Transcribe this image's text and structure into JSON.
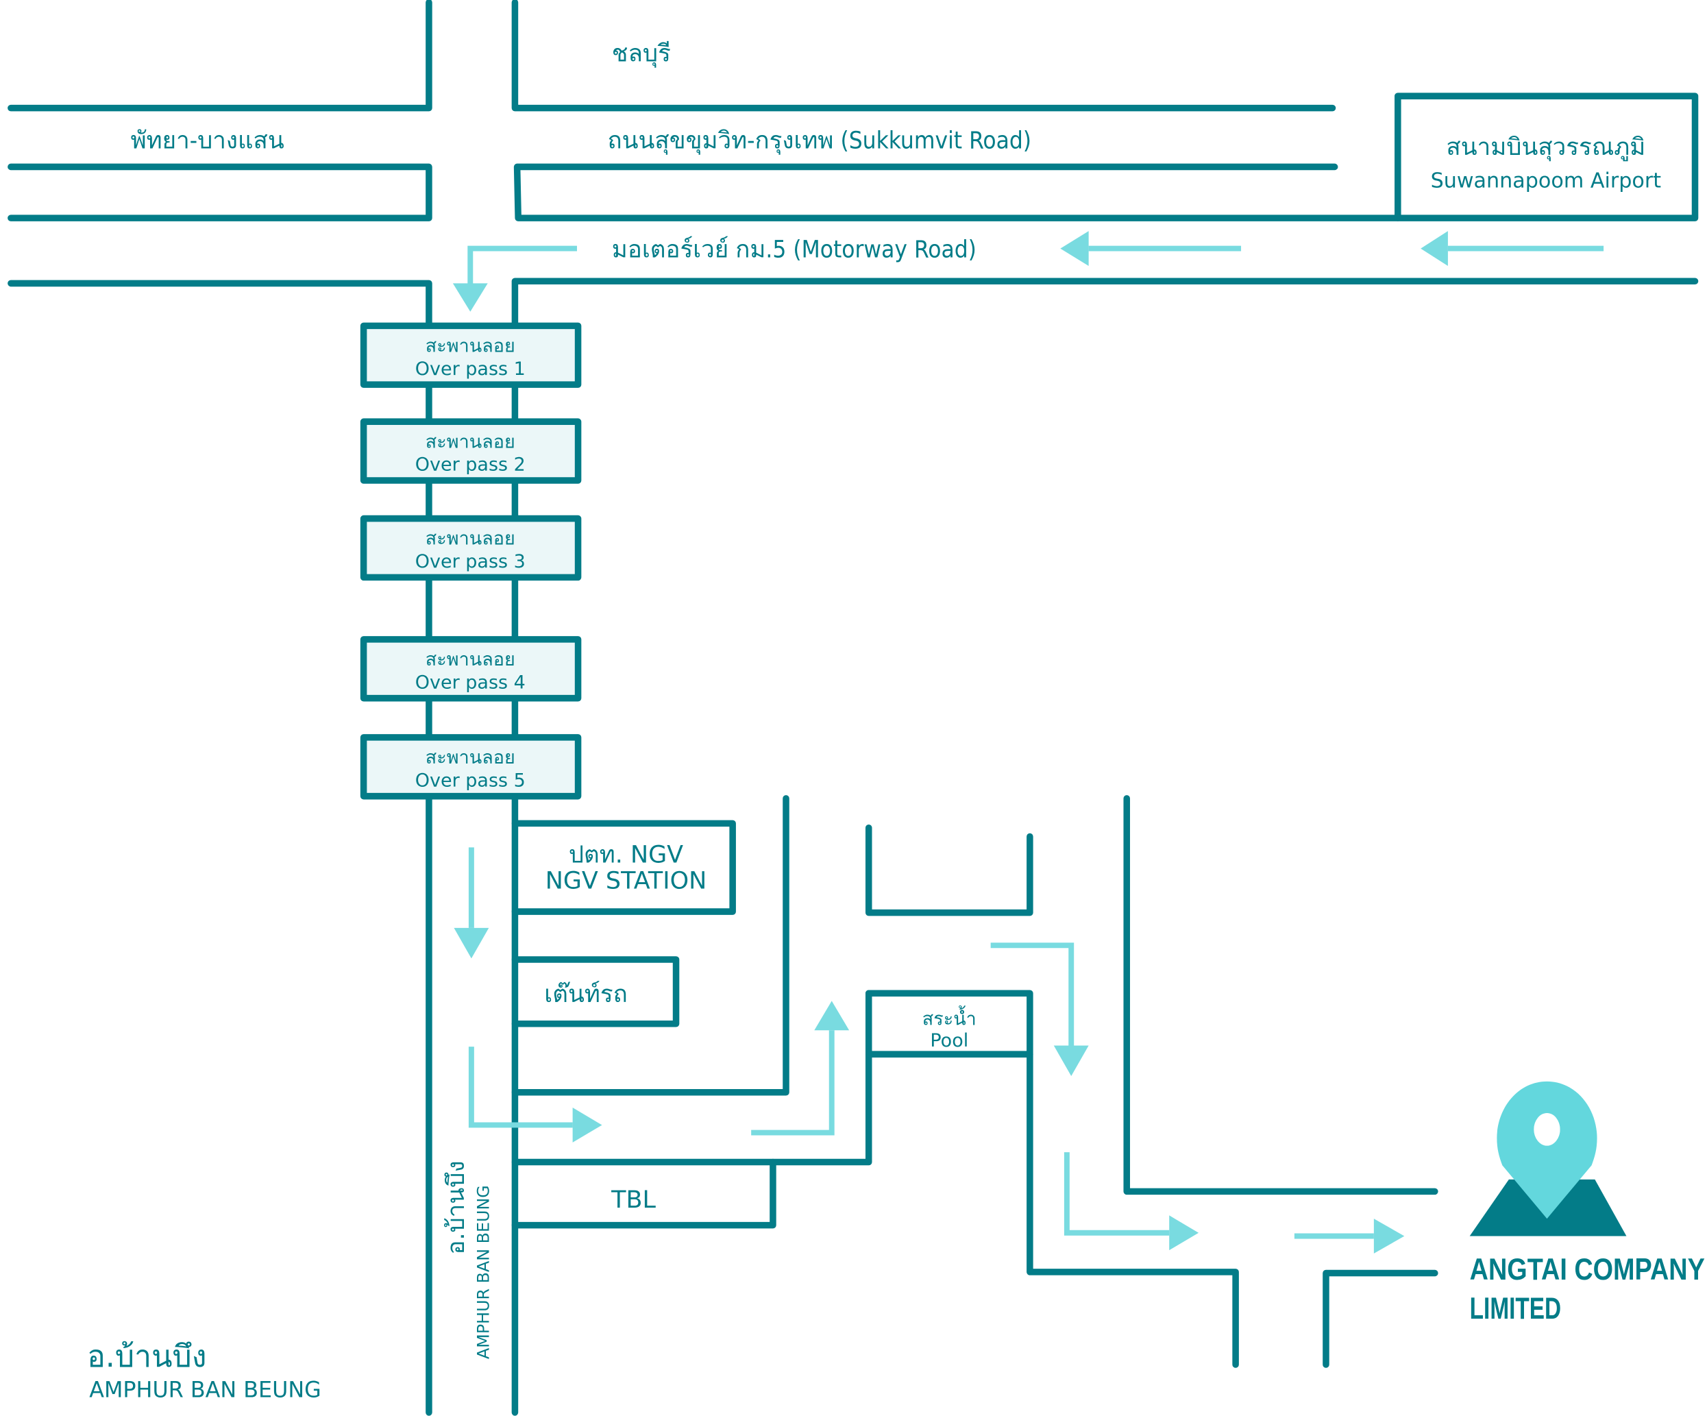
{
  "map": {
    "roads": {
      "chonburi": "ชลบุรี",
      "pattaya_bangsaen": "พัทยา-บางแสน",
      "sukhumvit": "ถนนสุขขุมวิท-กรุงเทพ (Sukkumvit Road)",
      "motorway": "มอเตอร์เวย์ กม.5 (Motorway Road)"
    },
    "airport": {
      "thai": "สนามบินสุวรรณภูมิ",
      "english": "Suwannapoom Airport"
    },
    "overpasses": [
      {
        "thai": "สะพานลอย",
        "english": "Over pass 1"
      },
      {
        "thai": "สะพานลอย",
        "english": "Over pass 2"
      },
      {
        "thai": "สะพานลอย",
        "english": "Over pass 3"
      },
      {
        "thai": "สะพานลอย",
        "english": "Over pass 4"
      },
      {
        "thai": "สะพานลอย",
        "english": "Over pass 5"
      }
    ],
    "landmarks": {
      "ngv_thai": "ปตท. NGV",
      "ngv_english": "NGV STATION",
      "tent": "เต๊นท์รถ",
      "tbl": "TBL",
      "pool_thai": "สระน้ำ",
      "pool_english": "Pool"
    },
    "district": {
      "thai": "อ.บ้านบึง",
      "english": "AMPHUR BAN BEUNG",
      "road_thai": "อ.บ้านบึง",
      "road_english": "AMPHUR BAN BEUNG"
    },
    "destination": {
      "line1": "ANGTAI COMPANY",
      "line2": "LIMITED",
      "icon": "map-pin-icon"
    },
    "colors": {
      "road": "#037c88",
      "route": "#79dbe0",
      "pin": "#63d7dd",
      "overpass_fill": "#ebf7f8"
    }
  }
}
